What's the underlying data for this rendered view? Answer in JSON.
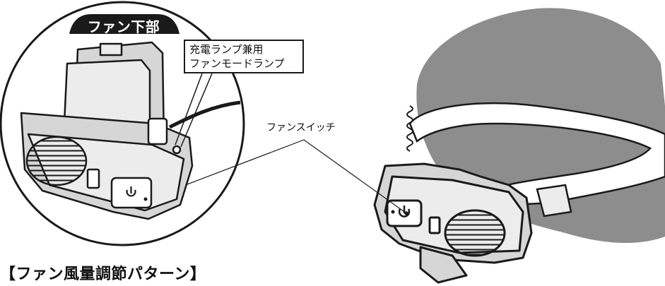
{
  "inset": {
    "title": "ファン下部",
    "callout_line1": "充電ランプ兼用",
    "callout_line2": "ファンモードランプ"
  },
  "labels": {
    "fan_switch": "ファンスイッチ"
  },
  "section": {
    "heading": "【ファン風量調節パターン】"
  },
  "colors": {
    "ink": "#1a1a1a",
    "head_silhouette": "#8d8d8d",
    "device_grey": "#d6d6d6",
    "device_light": "#ececec",
    "background": "#ffffff"
  }
}
